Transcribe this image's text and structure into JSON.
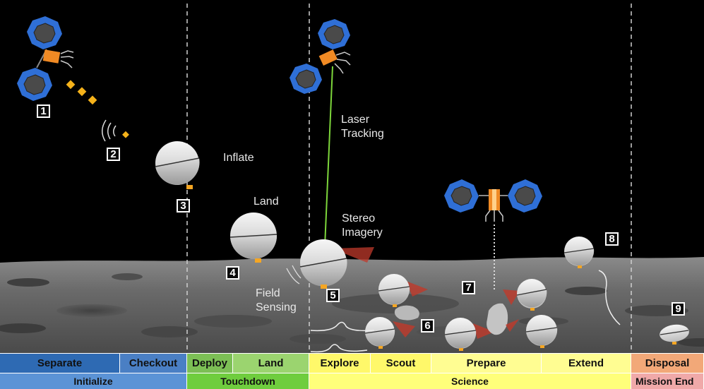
{
  "labels": {
    "inflate": "Inflate",
    "land": "Land",
    "laser_tracking": "Laser\nTracking",
    "stereo_imagery": "Stereo\nImagery",
    "field_sensing": "Field\nSensing"
  },
  "step_numbers": [
    "1",
    "2",
    "3",
    "4",
    "5",
    "6",
    "7",
    "8",
    "9"
  ],
  "phases": {
    "row1": [
      {
        "label": "Separate",
        "color": "#2e6ab3"
      },
      {
        "label": "Checkout",
        "color": "#4a7fc4"
      },
      {
        "label": "Deploy",
        "color": "#7cbf55"
      },
      {
        "label": "Land",
        "color": "#9bd46f"
      },
      {
        "label": "Explore",
        "color": "#fff86a"
      },
      {
        "label": "Scout",
        "color": "#fff86a"
      },
      {
        "label": "Prepare",
        "color": "#fffd92"
      },
      {
        "label": "Extend",
        "color": "#fffd92"
      },
      {
        "label": "Disposal",
        "color": "#f2a878"
      }
    ],
    "row2": [
      {
        "label": "Initialize",
        "color": "#5b93d6"
      },
      {
        "label": "Touchdown",
        "color": "#6fcd3e"
      },
      {
        "label": "Science",
        "color": "#ffff7a"
      },
      {
        "label": "Mission End",
        "color": "#f0a9a9"
      }
    ]
  },
  "colors": {
    "solar_panel": "#2f6fd6",
    "bus": "#f08a24",
    "beam": "#7dd63b",
    "sensor_cone": "#c0392b",
    "surface": "#6d6d6d",
    "sky": "#000000"
  }
}
